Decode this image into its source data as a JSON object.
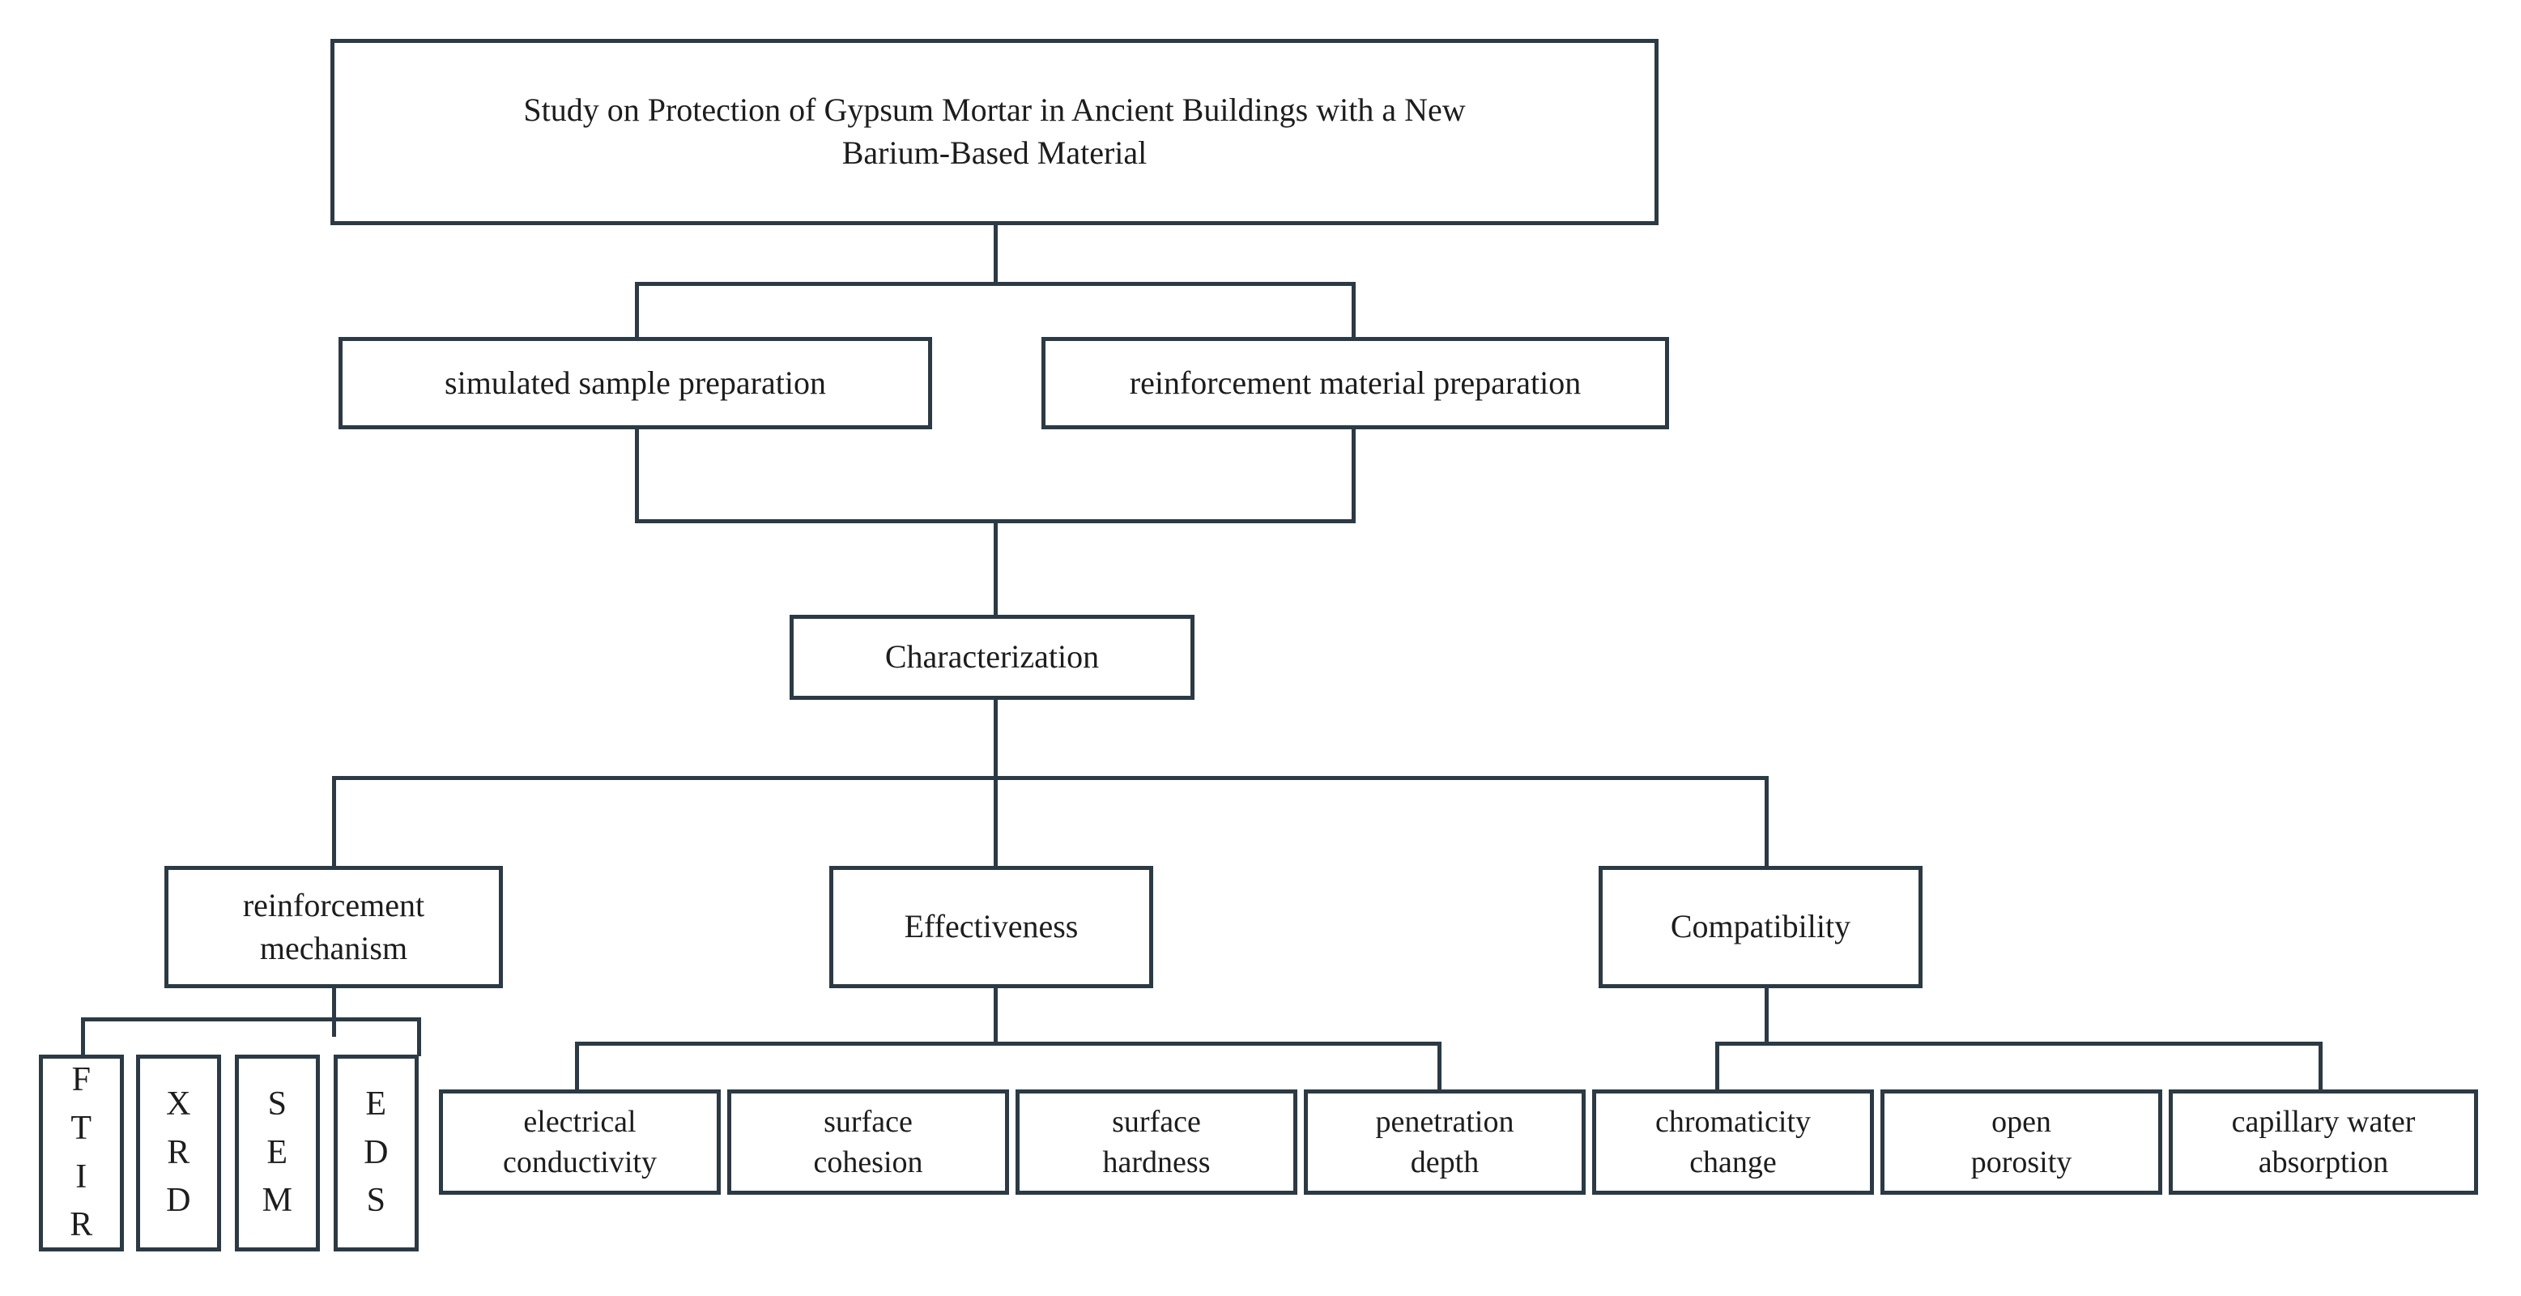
{
  "diagram": {
    "type": "flowchart",
    "orientation": "top-down",
    "background_color": "#ffffff",
    "line_color": "#2b3a44",
    "text_color": "#1d1d1d",
    "title": "Study on Protection of Gypsum Mortar in Ancient Buildings with a New Barium-Based Material",
    "levels": [
      {
        "level": 1,
        "nodes": [
          "Study on Protection of Gypsum Mortar in Ancient Buildings with a New Barium-Based Material"
        ]
      },
      {
        "level": 2,
        "nodes": [
          "simulated sample preparation",
          "reinforcement material preparation"
        ]
      },
      {
        "level": 3,
        "nodes": [
          "Characterization"
        ]
      },
      {
        "level": 4,
        "nodes": [
          "reinforcement mechanism",
          "Effectiveness",
          "Compatibility"
        ]
      },
      {
        "level": 5,
        "nodes": [
          "FTIR",
          "XRD",
          "SEM",
          "EDS",
          "electrical conductivity",
          "surface cohesion",
          "surface hardness",
          "penetration depth",
          "chromaticity change",
          "open porosity",
          "capillary water absorption"
        ]
      }
    ]
  },
  "root": {
    "line1": "Study on Protection of Gypsum Mortar in Ancient Buildings with a New",
    "line2": "Barium-Based Material"
  },
  "level2": {
    "left": "simulated sample preparation",
    "right": "reinforcement material preparation"
  },
  "level3": {
    "characterization": "Characterization"
  },
  "branches": {
    "mechanism_line1": "reinforcement",
    "mechanism_line2": "mechanism",
    "effectiveness": "Effectiveness",
    "compatibility": "Compatibility"
  },
  "methods": [
    {
      "id": "ftir",
      "letters": [
        "F",
        "T",
        "I",
        "R"
      ],
      "full": "FTIR"
    },
    {
      "id": "xrd",
      "letters": [
        "X",
        "R",
        "D"
      ],
      "full": "XRD"
    },
    {
      "id": "sem",
      "letters": [
        "S",
        "E",
        "M"
      ],
      "full": "SEM"
    },
    {
      "id": "eds",
      "letters": [
        "E",
        "D",
        "S"
      ],
      "full": "EDS"
    }
  ],
  "method_text": {
    "ftir": "F\nT\nI\nR",
    "xrd": "X\nR\nD",
    "sem": "S\nE\nM",
    "eds": "E\nD\nS"
  },
  "effectiveness_children": {
    "c1_line1": "electrical",
    "c1_line2": "conductivity",
    "c2_line1": "surface",
    "c2_line2": "cohesion",
    "c3_line1": "surface",
    "c3_line2": "hardness",
    "c4_line1": "penetration",
    "c4_line2": "depth"
  },
  "compatibility_children": {
    "c1_line1": "chromaticity",
    "c1_line2": "change",
    "c2_line1": "open",
    "c2_line2": "porosity",
    "c3_line1": "capillary water",
    "c3_line2": "absorption"
  }
}
